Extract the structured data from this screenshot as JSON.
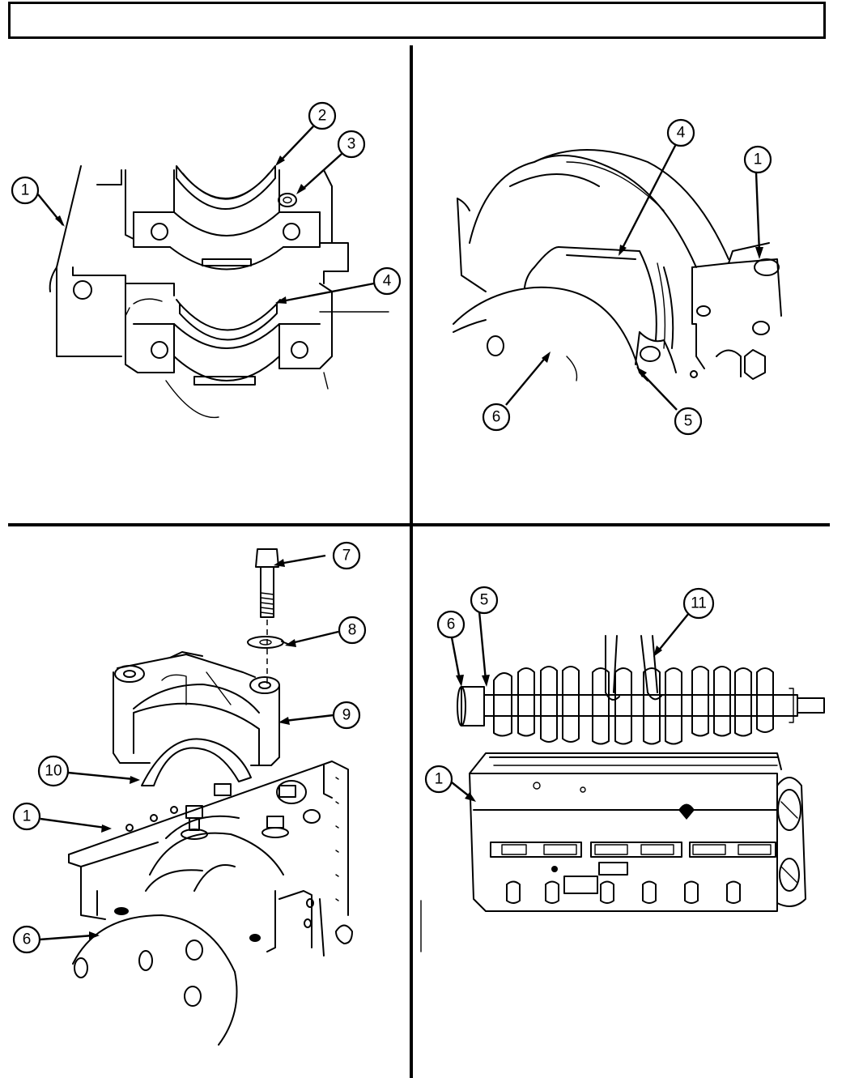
{
  "title": "",
  "panels": {
    "top_left": {
      "callouts": [
        "1",
        "2",
        "3",
        "4"
      ]
    },
    "top_right": {
      "callouts": [
        "4",
        "1",
        "6",
        "5"
      ]
    },
    "bottom_left": {
      "callouts": [
        "7",
        "8",
        "9",
        "10",
        "1",
        "6"
      ]
    },
    "bottom_right": {
      "callouts": [
        "5",
        "6",
        "11",
        "1"
      ]
    }
  }
}
